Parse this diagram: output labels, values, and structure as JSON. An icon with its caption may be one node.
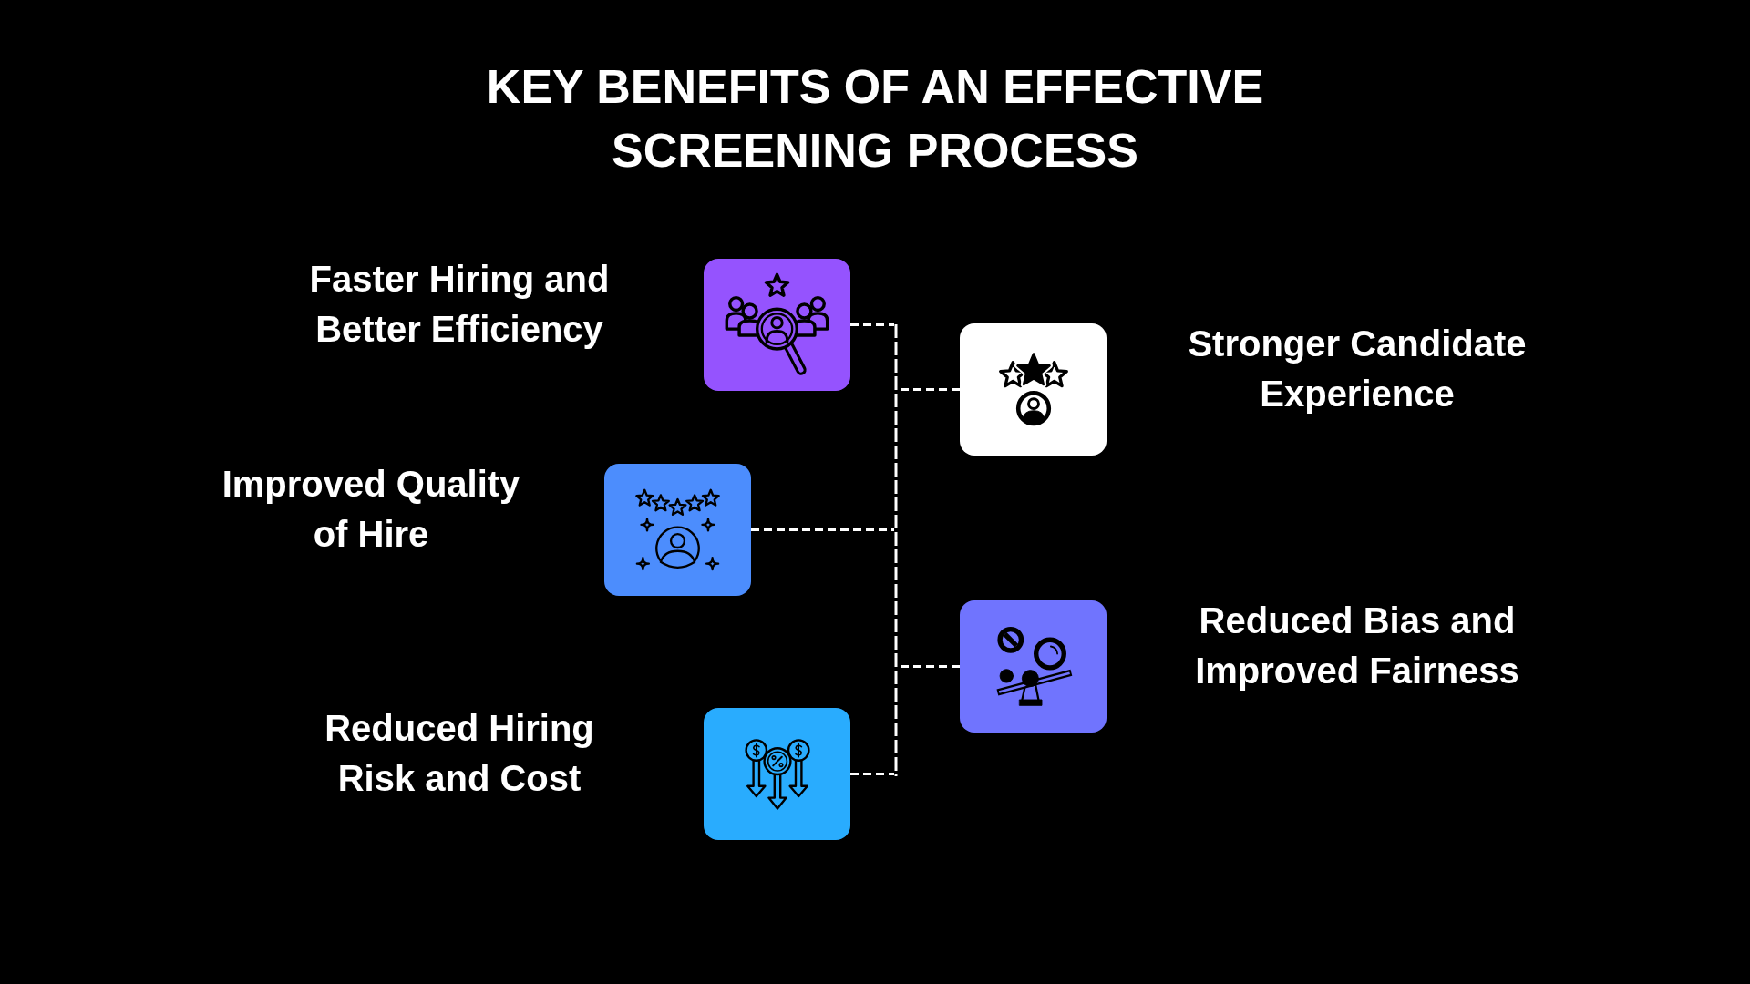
{
  "diagram": {
    "title": "KEY BENEFITS OF AN EFFECTIVE SCREENING PROCESS",
    "nodes": [
      {
        "text": [],
        "shape": "box",
        "beside": [
          "Faster Hiring and Better Efficiency"
        ]
      },
      {
        "text": [],
        "shape": "box",
        "beside": [
          "Stronger Candidate Experience"
        ]
      },
      {
        "text": [],
        "shape": "box",
        "beside": [
          "Improved Quality of Hire"
        ]
      },
      {
        "text": [],
        "shape": "box",
        "beside": [
          "Reduced Bias and Improved Fairness"
        ]
      },
      {
        "text": [],
        "shape": "box",
        "beside": [
          "Reduced Hiring Risk and Cost"
        ]
      },
      {
        "text": [],
        "shape": "bar"
      }
    ],
    "edges": [
      {
        "from": 0,
        "to": 5,
        "arrow": "none",
        "style": "dashed"
      },
      {
        "from": 1,
        "to": 5,
        "arrow": "none",
        "style": "dashed"
      },
      {
        "from": 2,
        "to": 5,
        "arrow": "none",
        "style": "dashed"
      },
      {
        "from": 3,
        "to": 5,
        "arrow": "none",
        "style": "dashed"
      },
      {
        "from": 4,
        "to": 5,
        "arrow": "none",
        "style": "dashed"
      }
    ]
  }
}
